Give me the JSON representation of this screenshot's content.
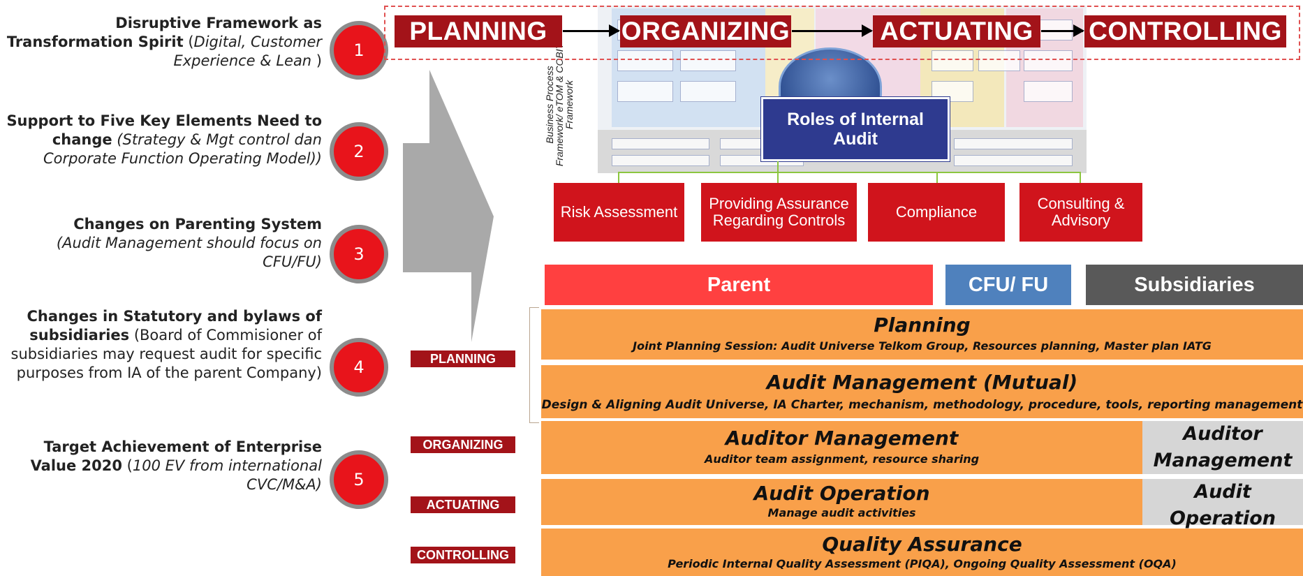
{
  "pdca": {
    "planning": "PLANNING",
    "organizing": "ORGANIZING",
    "actuating": "ACTUATING",
    "controlling": "CONTROLLING"
  },
  "drivers": [
    {
      "number": "1",
      "bold": "Disruptive Framework as Transformation Spirit",
      "rest": " (",
      "italic": "Digital, Customer Experience & Lean",
      "tail": " )"
    },
    {
      "number": "2",
      "bold": "Support to Five Key Elements Need to change",
      "rest": " ",
      "italic": "(Strategy & Mgt control dan Corporate Function Operating Model))",
      "tail": ""
    },
    {
      "number": "3",
      "bold": "Changes on Parenting System",
      "rest": " ",
      "italic": "(Audit Management should focus on CFU/FU)",
      "tail": ""
    },
    {
      "number": "4",
      "bold": "Changes in Statutory and bylaws of subsidiaries",
      "rest": " (Board of Commisioner of subsidiaries may request audit for specific purposes from IA of the parent Company)",
      "italic": "",
      "tail": ""
    },
    {
      "number": "5",
      "bold": "Target Achievement of Enterprise Value 2020",
      "rest": " (",
      "italic": "100 EV from international CVC/M&A)",
      "tail": ""
    }
  ],
  "framework_label": "Business Process Framework/ eTOM & COBIT Framework",
  "roles_title": "Roles of Internal Audit",
  "roles": [
    "Risk Assessment",
    "Providing Assurance Regarding Controls",
    "Compliance",
    "Consulting & Advisory"
  ],
  "columns": {
    "parent": "Parent",
    "cfu": "CFU/ FU",
    "subsidiaries": "Subsidiaries"
  },
  "phase_labels": {
    "planning": "PLANNING",
    "organizing": "ORGANIZING",
    "actuating": "ACTUATING",
    "controlling": "CONTROLLING"
  },
  "rows": {
    "planning": {
      "title": "Planning",
      "sub": "Joint Planning Session: Audit Universe Telkom Group, Resources planning, Master plan IATG"
    },
    "audit_mgmt": {
      "title": "Audit Management (Mutual)",
      "sub": "Design & Aligning Audit Universe, IA Charter, mechanism, methodology, procedure, tools, reporting  management"
    },
    "auditor_mgmt": {
      "title": "Auditor Management",
      "sub": "Auditor team assignment, resource sharing",
      "side": "Auditor Management"
    },
    "audit_op": {
      "title": "Audit Operation",
      "sub": "Manage audit activities",
      "side": "Audit Operation"
    },
    "qa": {
      "title": "Quality Assurance",
      "sub": "Periodic Internal Quality Assessment (PIQA), Ongoing Quality Assessment (OQA)"
    }
  },
  "colors": {
    "dark_red": "#a31319",
    "red": "#d0141c",
    "parent_red": "#ff4040",
    "cfu_blue": "#4f81bd",
    "subs_gray": "#595959",
    "orange": "#f9a04a",
    "navy": "#2e3a8f"
  }
}
